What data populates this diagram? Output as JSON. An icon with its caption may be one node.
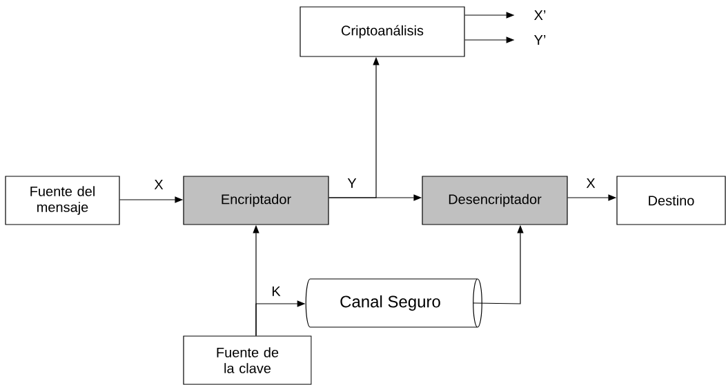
{
  "diagram": {
    "nodes": [
      {
        "text": [
          "Fuente del mensaje"
        ]
      },
      {
        "text": [
          "Encriptador"
        ]
      },
      {
        "text": [
          "Desencriptador"
        ]
      },
      {
        "text": [
          "Destino"
        ]
      },
      {
        "text": [
          "Criptoanálisis"
        ]
      },
      {
        "text": [
          "Fuente de la clave"
        ]
      },
      {
        "text": [
          "Canal Seguro"
        ]
      }
    ],
    "edges": [
      {
        "from": 0,
        "to": 1,
        "arrow": "to",
        "label": "X"
      },
      {
        "from": 1,
        "to": 2,
        "arrow": "to",
        "label": "Y"
      },
      {
        "from": 1,
        "to": 4,
        "arrow": "to"
      },
      {
        "from": 5,
        "to": 1,
        "arrow": "to"
      },
      {
        "from": 5,
        "to": 6,
        "arrow": "to",
        "label": "K"
      },
      {
        "from": 6,
        "to": 2,
        "arrow": "to"
      },
      {
        "from": 2,
        "to": 3,
        "arrow": "to",
        "label": "X"
      },
      {
        "from": 4,
        "to": null,
        "arrow": "to",
        "label": "X’"
      },
      {
        "from": 4,
        "to": null,
        "arrow": "to",
        "label": "Y’"
      }
    ]
  }
}
